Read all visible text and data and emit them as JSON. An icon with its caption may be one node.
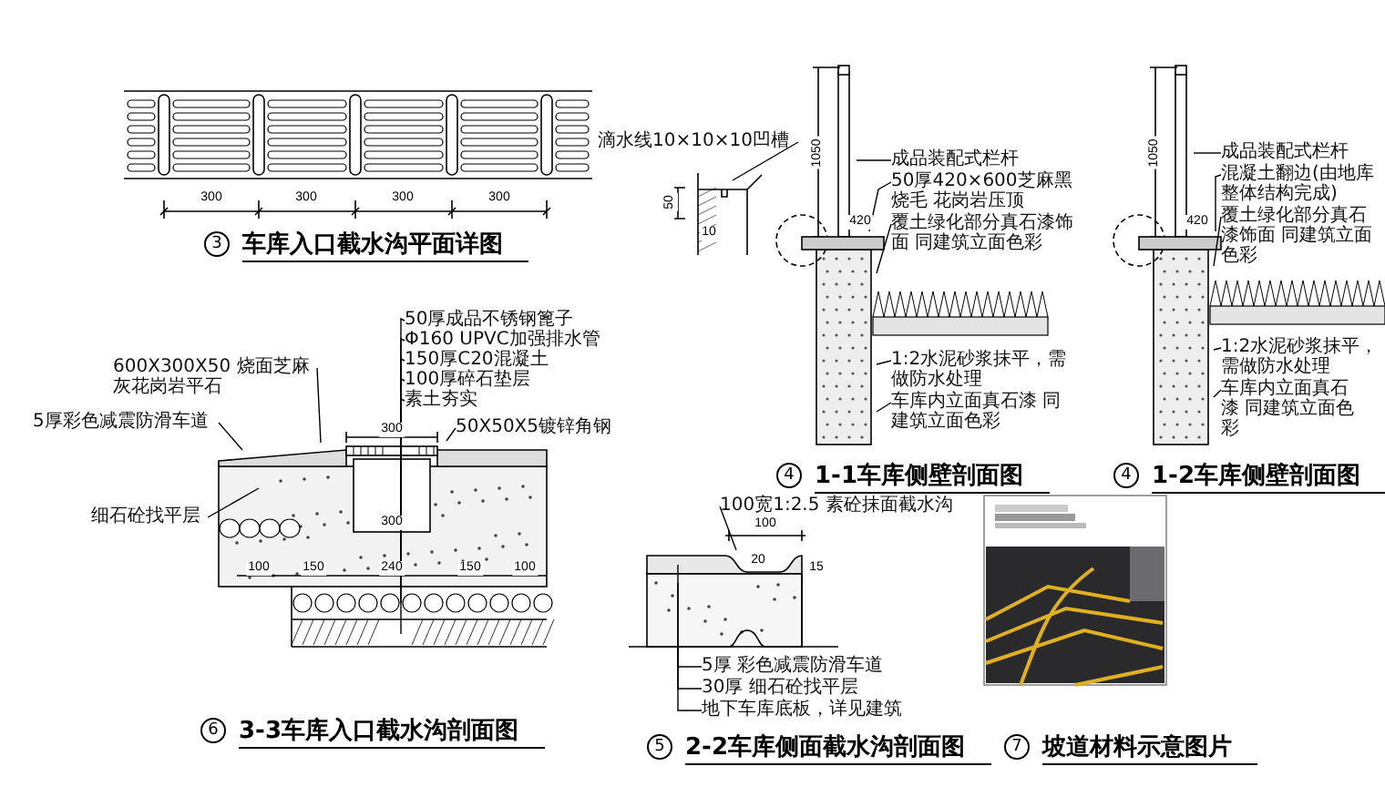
{
  "diagram": {
    "nodes": [
      {
        "text": [
          "3"
        ],
        "beside": [
          "车库入口截水沟平面详图"
        ]
      },
      {
        "text": [
          "600X300X50 烧面芝麻灰花岗岩平石"
        ]
      },
      {
        "text": [
          "5厚彩色减震防滑车道"
        ]
      },
      {
        "text": [
          "50厚成品不锈钢篦子"
        ]
      },
      {
        "text": [
          "Φ160 UPVC加强排水管"
        ]
      },
      {
        "text": [
          "150厚C20混凝土"
        ]
      },
      {
        "text": [
          "100厚碎石垫层"
        ]
      },
      {
        "text": [
          "素土夯实"
        ]
      },
      {
        "text": [
          "50X50X5镀锌角钢"
        ]
      },
      {
        "text": [
          "细石砼找平层"
        ]
      },
      {
        "text": [
          "6"
        ],
        "beside": [
          "3-3车库入口截水沟剖面图"
        ]
      },
      {
        "text": [
          "滴水线10×10×10凹槽"
        ]
      },
      {
        "text": [
          "成品装配式栏杆"
        ]
      },
      {
        "text": [
          "50厚420×600芝麻黑烧毛 花岗岩压顶"
        ]
      },
      {
        "text": [
          "覆土绿化部分真石漆饰面 同建筑立面色彩"
        ]
      },
      {
        "text": [
          "1:2水泥砂浆抹平，需做防水处理"
        ]
      },
      {
        "text": [
          "车库内立面真石漆 同建筑立面色彩"
        ]
      },
      {
        "text": [
          "4"
        ],
        "beside": [
          "1-1车库侧壁剖面图"
        ]
      },
      {
        "text": [
          "成品装配式栏杆"
        ]
      },
      {
        "text": [
          "混凝土翻边(由地库整体结构完成)"
        ]
      },
      {
        "text": [
          "覆土绿化部分真石漆饰面 同建筑立面色彩"
        ]
      },
      {
        "text": [
          "1:2水泥砂浆抹平，需做防水处理"
        ]
      },
      {
        "text": [
          "车库内立面真石漆 同建筑立面色彩"
        ]
      },
      {
        "text": [
          "4"
        ],
        "beside": [
          "1-2车库侧壁剖面图"
        ]
      },
      {
        "text": [
          "100宽1:2.5 素砼抹面截水沟"
        ]
      },
      {
        "text": [
          "5厚 彩色减震防滑车道"
        ]
      },
      {
        "text": [
          "30厚 细石砼找平层"
        ]
      },
      {
        "text": [
          "地下车库底板，详见建筑"
        ]
      },
      {
        "text": [
          "5"
        ],
        "beside": [
          "2-2车库侧面截水沟剖面图"
        ]
      },
      {
        "text": [
          "7"
        ],
        "beside": [
          "坡道材料示意图片"
        ]
      },
      {
        "text": [],
        "shape": "picture"
      },
      {
        "text": [],
        "shape": "picture"
      },
      {
        "text": [],
        "shape": "picture"
      },
      {
        "text": [],
        "shape": "picture"
      }
    ],
    "edges": [
      {
        "from": 1,
        "to": 30,
        "arrow": "none"
      },
      {
        "from": 2,
        "to": 30,
        "arrow": "none"
      },
      {
        "from": 3,
        "to": 30,
        "arrow": "none"
      },
      {
        "from": 4,
        "to": 30,
        "arrow": "none"
      },
      {
        "from": 5,
        "to": 30,
        "arrow": "none"
      },
      {
        "from": 6,
        "to": 30,
        "arrow": "none"
      },
      {
        "from": 7,
        "to": 30,
        "arrow": "none"
      },
      {
        "from": 8,
        "to": 30,
        "arrow": "none"
      },
      {
        "from": 9,
        "to": 30,
        "arrow": "none"
      },
      {
        "from": 11,
        "to": 31,
        "arrow": "none"
      },
      {
        "from": 12,
        "to": 31,
        "arrow": "none"
      },
      {
        "from": 13,
        "to": 31,
        "arrow": "none"
      },
      {
        "from": 14,
        "to": 31,
        "arrow": "none"
      },
      {
        "from": 15,
        "to": 31,
        "arrow": "none"
      },
      {
        "from": 16,
        "to": 31,
        "arrow": "none"
      },
      {
        "from": 18,
        "to": 32,
        "arrow": "none"
      },
      {
        "from": 19,
        "to": 32,
        "arrow": "none"
      },
      {
        "from": 20,
        "to": 32,
        "arrow": "none"
      },
      {
        "from": 21,
        "to": 32,
        "arrow": "none"
      },
      {
        "from": 22,
        "to": 32,
        "arrow": "none"
      },
      {
        "from": 24,
        "to": 33,
        "arrow": "none"
      },
      {
        "from": 25,
        "to": 33,
        "arrow": "none"
      },
      {
        "from": 26,
        "to": 33,
        "arrow": "none"
      },
      {
        "from": 27,
        "to": 33,
        "arrow": "none"
      }
    ],
    "labels": [
      "300",
      "300",
      "300",
      "300",
      "300",
      "300",
      "100",
      "150",
      "240",
      "150",
      "100",
      "50",
      "10",
      "1050",
      "420",
      "1050",
      "420",
      "100",
      "20",
      "15"
    ]
  }
}
